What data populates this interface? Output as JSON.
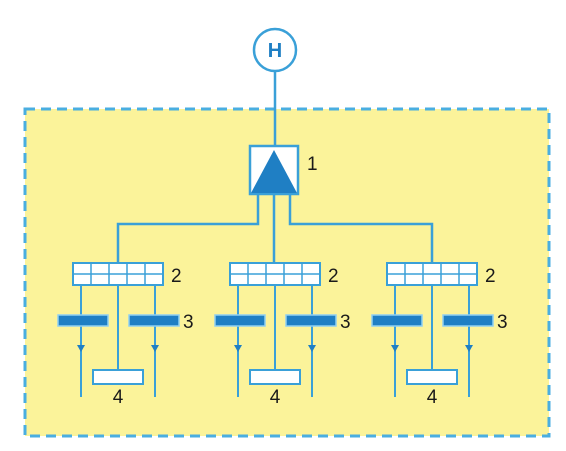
{
  "diagram": {
    "top_node": {
      "label": "H"
    },
    "pump": {
      "number": "1"
    },
    "groups": [
      {
        "manifold_number": "2",
        "bar_number": "3",
        "block_number": "4"
      },
      {
        "manifold_number": "2",
        "bar_number": "3",
        "block_number": "4"
      },
      {
        "manifold_number": "2",
        "bar_number": "3",
        "block_number": "4"
      }
    ],
    "colors": {
      "line": "#3aa0d8",
      "bar_fill": "#1f7fc4",
      "zone_fill": "#fbf39a",
      "zone_border": "#4aaee0",
      "text": "#1a1a1a"
    }
  }
}
